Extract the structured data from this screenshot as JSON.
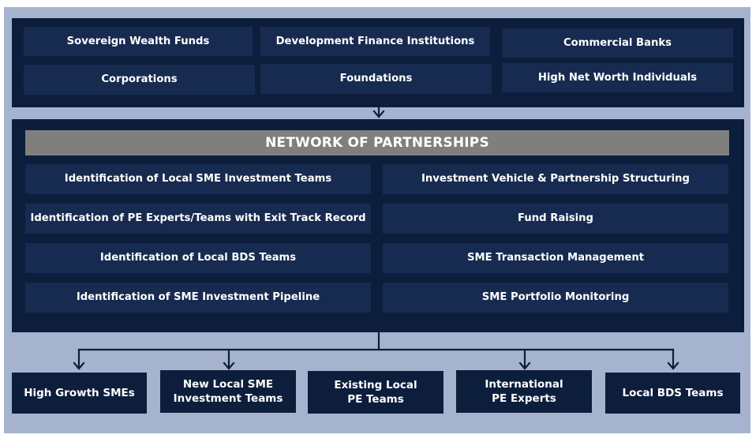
{
  "investors": [
    {
      "label": "Sovereign Wealth Funds"
    },
    {
      "label": "Development Finance Institutions"
    },
    {
      "label": "Commercial Banks"
    },
    {
      "label": "Corporations"
    },
    {
      "label": "Foundations"
    },
    {
      "label": "High Net Worth Individuals"
    }
  ],
  "network": {
    "title": "NETWORK OF PARTNERSHIPS",
    "left": [
      {
        "label": "Identification of Local SME Investment Teams"
      },
      {
        "label": "Identification of  PE Experts/Teams with Exit Track Record"
      },
      {
        "label": "Identification of Local BDS Teams"
      },
      {
        "label": "Identification of SME Investment Pipeline"
      }
    ],
    "right": [
      {
        "label": "Investment Vehicle & Partnership Structuring"
      },
      {
        "label": "Fund Raising"
      },
      {
        "label": "SME Transaction Management"
      },
      {
        "label": "SME Portfolio Monitoring"
      }
    ]
  },
  "outputs": [
    {
      "label": "High Growth SMEs"
    },
    {
      "label": "New  Local SME\nInvestment Teams"
    },
    {
      "label": "Existing Local\nPE Teams"
    },
    {
      "label": "International\nPE Experts"
    },
    {
      "label": "Local BDS Teams"
    }
  ],
  "colors": {
    "frame": "#a6b3cf",
    "panel": "#0d1e3c",
    "box": "#172b50",
    "header": "#7f7f7f",
    "text": "#ffffff"
  }
}
